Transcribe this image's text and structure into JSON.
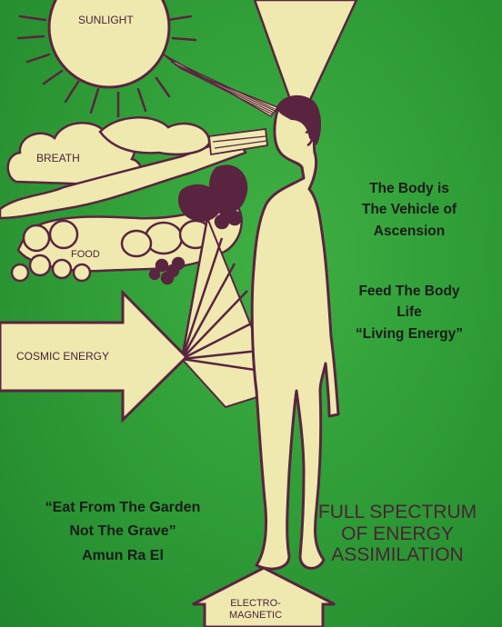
{
  "labels": {
    "sunlight": "SUNLIGHT",
    "breath": "BREATH",
    "food": "FOOD",
    "cosmic_energy": "COSMIC ENERGY",
    "electro_magnetic": [
      "ELECTRO-",
      "MAGNETIC"
    ]
  },
  "right_text": {
    "body_vehicle": [
      "The Body is",
      "The Vehicle of",
      "Ascension"
    ],
    "feed_body": [
      "Feed The Body",
      "Life",
      "“Living Energy”"
    ]
  },
  "quote": [
    "“Eat From The Garden",
    "Not The Grave”",
    "Amun Ra El"
  ],
  "spectrum": [
    "FULL SPECTRUM",
    "OF ENERGY",
    "ASSIMILATION"
  ],
  "colors": {
    "background": "#2e9b36",
    "cream": "#efe9b0",
    "outline": "#5a2440",
    "text_dark": "#1b1b1b"
  }
}
